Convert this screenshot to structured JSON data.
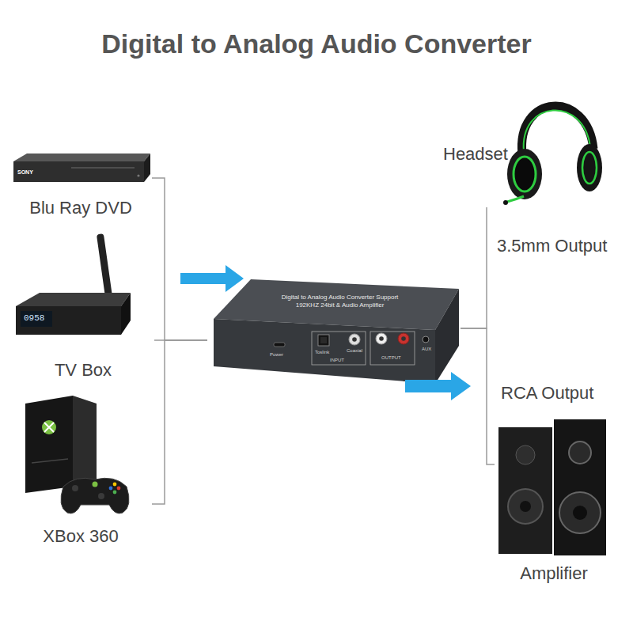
{
  "diagram": {
    "title": "Digital to Analog Audio Converter",
    "nodes": [
      {
        "text": [
          "Blu Ray DVD"
        ]
      },
      {
        "text": [
          "TV Box"
        ]
      },
      {
        "text": [
          "XBox 360"
        ]
      },
      {
        "text": [
          "Digital to Analog Audio Converter Support 192KHZ 24bit & Audio Amplifier"
        ]
      },
      {
        "text": [
          "Headset"
        ]
      },
      {
        "text": [
          "Amplifier"
        ]
      }
    ],
    "edges": [
      {
        "from": 0,
        "to": 3,
        "arrow": "none"
      },
      {
        "from": 1,
        "to": 3,
        "arrow": "none"
      },
      {
        "from": 2,
        "to": 3,
        "arrow": "none"
      },
      {
        "from": 3,
        "to": 4,
        "label": "3.5mm Output",
        "arrow": "none"
      },
      {
        "from": 3,
        "to": 5,
        "label": "RCA Output",
        "arrow": "none"
      }
    ],
    "labels": [
      "SONY",
      "0958",
      "Power",
      "Toslink",
      "INPUT",
      "Coaxial",
      "OUTPUT",
      "AUX"
    ]
  }
}
